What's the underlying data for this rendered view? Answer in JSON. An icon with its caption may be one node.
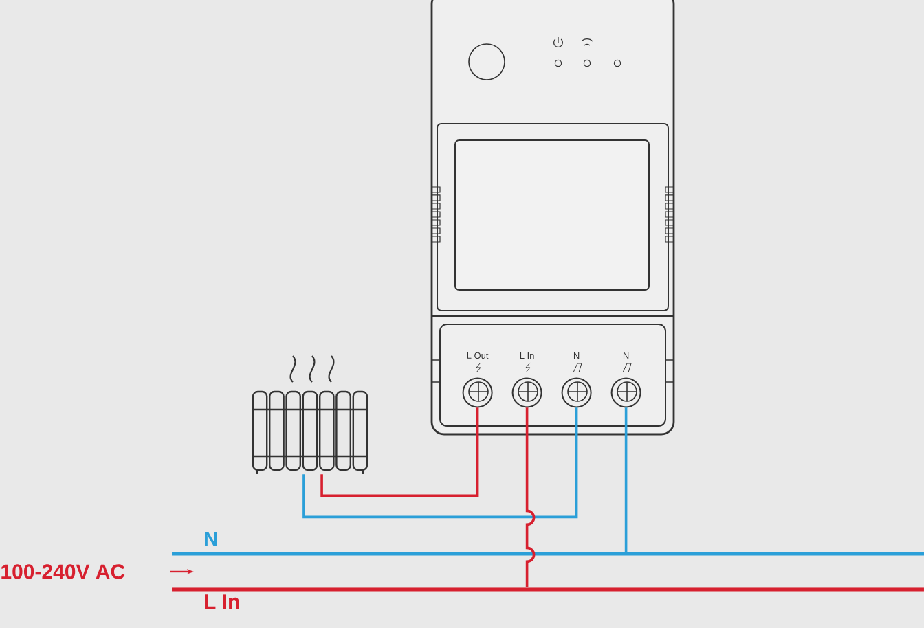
{
  "diagram": {
    "nodes": [
      {
        "text": [],
        "shape": "picture"
      },
      {
        "text": [
          "L Out"
        ],
        "in": 0
      },
      {
        "text": [
          "L In"
        ],
        "in": 0
      },
      {
        "text": [
          "N"
        ],
        "in": 0
      },
      {
        "text": [
          "N"
        ],
        "in": 0
      },
      {
        "text": [],
        "shape": "picture"
      },
      {
        "text": [
          "N"
        ]
      },
      {
        "text": [
          "L In"
        ]
      }
    ],
    "edges": [
      {
        "from": 1,
        "to": 5,
        "arrow": "none",
        "color": "#d7202f"
      },
      {
        "from": 5,
        "to": 3,
        "arrow": "none",
        "color": "#2b9fd8"
      },
      {
        "from": 2,
        "to": 7,
        "arrow": "none",
        "color": "#d7202f"
      },
      {
        "from": 4,
        "to": 6,
        "arrow": "none",
        "color": "#2b9fd8"
      }
    ],
    "labels": [
      "100-240V AC"
    ]
  }
}
